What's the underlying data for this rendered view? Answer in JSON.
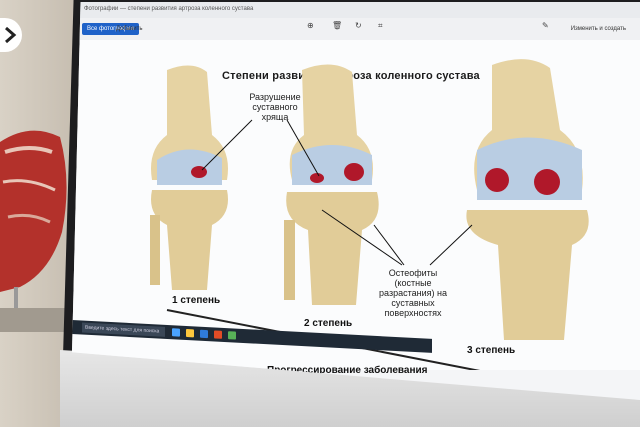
{
  "window": {
    "title": "Фотографии — степени развития артроза коленного сустава"
  },
  "toolbar": {
    "open_label": "Все фотографии",
    "add_label": "Добавить",
    "edit_label": "Изменить и создать"
  },
  "figure": {
    "title": "Степени развития артроза коленного сустава",
    "cartilage_label": "Разрушение суставного хряща",
    "osteophyte_label": "Остеофиты (костные разрастания) на суставных поверхностях",
    "stage1": "1 степень",
    "stage2": "2 степень",
    "stage3": "3 степень",
    "progress_label": "Прогрессирование заболевания"
  },
  "taskbar": {
    "search_placeholder": "Введите здесь текст для поиска"
  },
  "icons": {
    "nav": "chevron-right-icon",
    "zoom_in": "zoom-in-icon",
    "delete": "trash-icon",
    "rotate": "rotate-icon",
    "crop": "crop-icon",
    "edit": "edit-icon"
  },
  "colors": {
    "bone": "#e6d3a3",
    "cartilage": "#b9cde3",
    "lesion": "#b0182a",
    "accent": "#1f62c8"
  }
}
